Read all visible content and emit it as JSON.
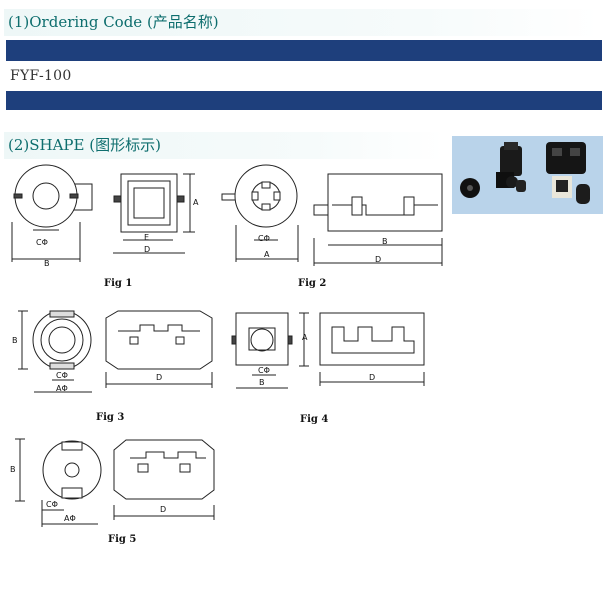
{
  "section1": {
    "title": "(1)Ordering Code (产品名称)",
    "code": "FYF-100"
  },
  "section2": {
    "title": "(2)SHAPE (图形标示)"
  },
  "figures": {
    "fig1": {
      "label": "Fig 1",
      "dims": [
        "CΦ",
        "B",
        "E",
        "D",
        "A"
      ]
    },
    "fig2": {
      "label": "Fig 2",
      "dims": [
        "CΦ",
        "A",
        "B",
        "D"
      ]
    },
    "fig3": {
      "label": "Fig 3",
      "dims": [
        "B",
        "CΦ",
        "AΦ",
        "D"
      ]
    },
    "fig4": {
      "label": "Fig 4",
      "dims": [
        "A",
        "CΦ",
        "B",
        "D"
      ]
    },
    "fig5": {
      "label": "Fig 5",
      "dims": [
        "B",
        "CΦ",
        "AΦ",
        "D"
      ]
    }
  },
  "colors": {
    "band": "#1e3f7c",
    "title_text": "#0e6e6e",
    "title_bg": "#eef7f7"
  }
}
